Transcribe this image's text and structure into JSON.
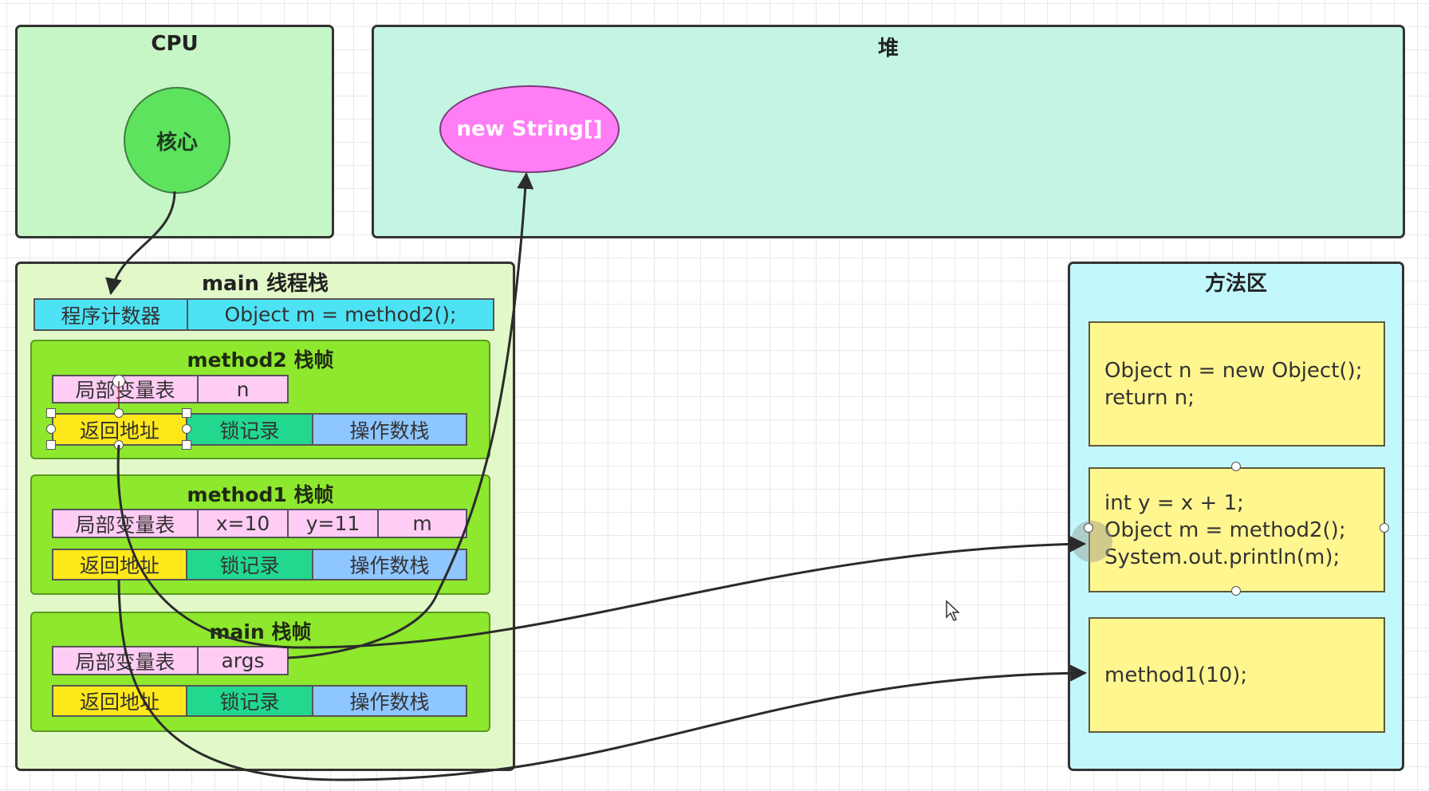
{
  "cpu": {
    "title": "CPU",
    "core_label": "核心"
  },
  "heap": {
    "title": "堆",
    "objects": [
      {
        "label": "new String[]"
      }
    ]
  },
  "thread_stack": {
    "title": "main 线程栈",
    "program_counter": {
      "label": "程序计数器",
      "value": "Object m = method2();"
    },
    "frames": [
      {
        "title": "method2 栈帧",
        "locals_label": "局部变量表",
        "locals": [
          "n"
        ],
        "return_address": "返回地址",
        "lock_record": "锁记录",
        "operand_stack": "操作数栈",
        "selected": true
      },
      {
        "title": "method1 栈帧",
        "locals_label": "局部变量表",
        "locals": [
          "x=10",
          "y=11",
          "m"
        ],
        "return_address": "返回地址",
        "lock_record": "锁记录",
        "operand_stack": "操作数栈",
        "selected": false
      },
      {
        "title": "main 栈帧",
        "locals_label": "局部变量表",
        "locals": [
          "args"
        ],
        "return_address": "返回地址",
        "lock_record": "锁记录",
        "operand_stack": "操作数栈",
        "selected": false
      }
    ]
  },
  "method_area": {
    "title": "方法区",
    "code_blocks": [
      {
        "code": "Object n = new Object();\nreturn n;"
      },
      {
        "code": "int y = x + 1;\nObject m = method2();\nSystem.out.println(m);"
      },
      {
        "code": "method1(10);"
      }
    ]
  },
  "connections": [
    {
      "from": "cpu.core",
      "to": "thread_stack.program_counter"
    },
    {
      "from": "main.locals.args",
      "to": "heap.new String[]"
    },
    {
      "from": "method2.return_address",
      "to": "method_area.code_blocks.1"
    },
    {
      "from": "method1.return_address",
      "to": "method_area.code_blocks.2"
    }
  ],
  "colors": {
    "cpu_bg": "#c6f5c6",
    "heap_bg": "#c4f5e2",
    "stack_bg": "#e3f8c8",
    "method_area_bg": "#c2f7fd",
    "frame_bg": "#8ee82e",
    "code_bg": "#fff68f"
  }
}
